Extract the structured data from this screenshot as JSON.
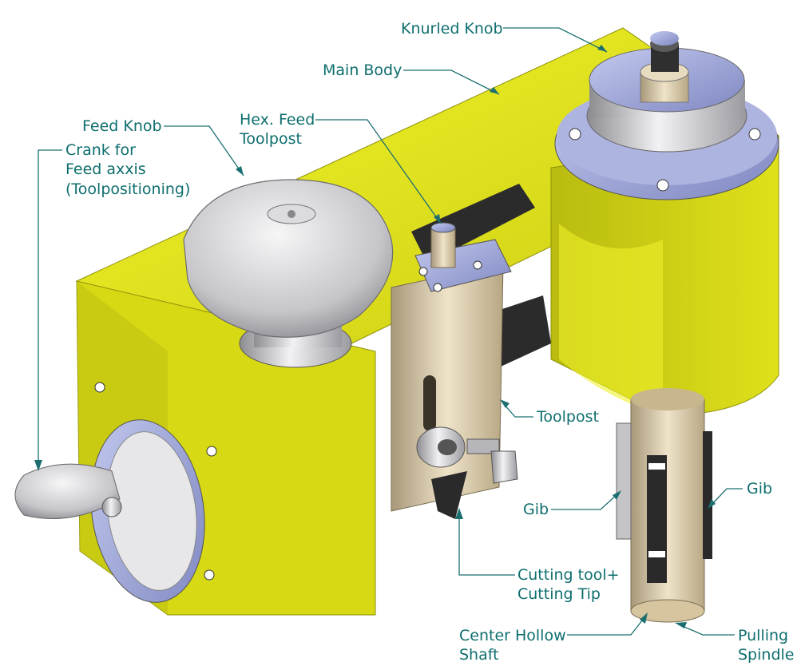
{
  "labels": {
    "knurled_knob": "Knurled Knob",
    "main_body": "Main Body",
    "feed_knob": "Feed Knob",
    "hex_feed_toolpost_1": "Hex. Feed",
    "hex_feed_toolpost_2": "Toolpost",
    "crank_1": "Crank for",
    "crank_2": "Feed axxis",
    "crank_3": "(Toolpositioning)",
    "toolpost": "Toolpost",
    "gib_left": "Gib",
    "gib_right": "Gib",
    "cutting_tool_1": "Cutting tool+",
    "cutting_tool_2": "Cutting Tip",
    "center_shaft_1": "Center Hollow",
    "center_shaft_2": "Shaft",
    "pulling_spindle_1": "Pulling",
    "pulling_spindle_2": "Spindle"
  },
  "colors": {
    "body_yellow": "#e6e817",
    "body_shadow": "#a9ab10",
    "steel": "#c9c9cc",
    "brass": "#d8c7a3",
    "blue_plate": "#9ea7d8",
    "dark": "#2a2a2a",
    "label": "#0f6e6e"
  }
}
